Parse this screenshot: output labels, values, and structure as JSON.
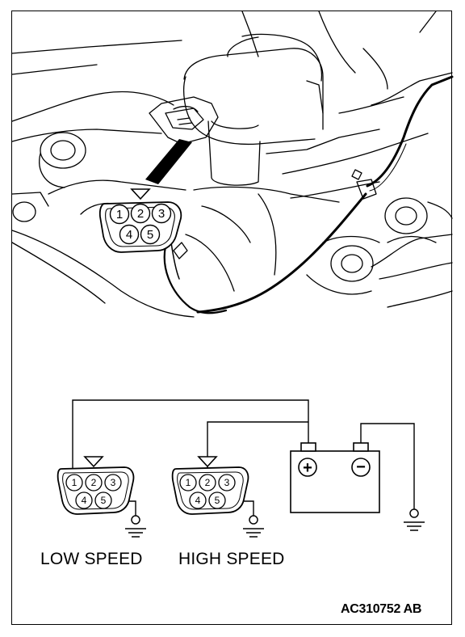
{
  "figure": {
    "engine_connector_pins": [
      "1",
      "2",
      "3",
      "4",
      "5"
    ],
    "low_speed_connector_pins": [
      "1",
      "2",
      "3",
      "4",
      "5"
    ],
    "high_speed_connector_pins": [
      "1",
      "2",
      "3",
      "4",
      "5"
    ],
    "battery_positive_symbol": "+",
    "battery_negative_symbol": "−"
  },
  "labels": {
    "low_speed": "LOW SPEED",
    "high_speed": "HIGH SPEED",
    "figure_code": "AC310752 AB"
  },
  "icons": [
    "ground-icon",
    "battery-icon",
    "connector-icon"
  ]
}
